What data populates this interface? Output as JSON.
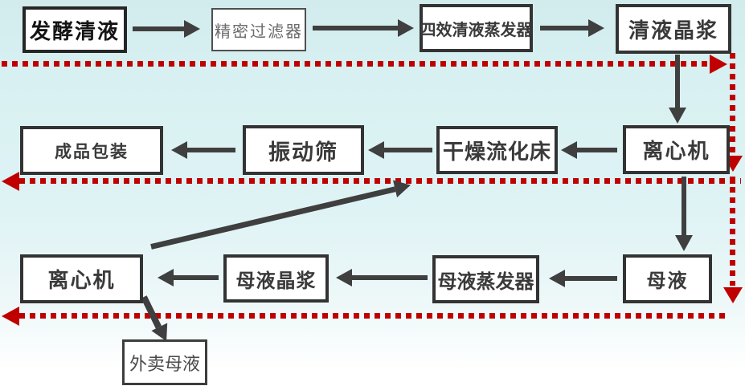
{
  "diagram": {
    "type": "process-flowchart",
    "language": "zh-CN",
    "nodes": {
      "fermentation_broth": {
        "label": "发酵清液"
      },
      "precision_filter": {
        "label": "精密过滤器"
      },
      "four_effect_evaporator": {
        "label": "四效清液蒸发器"
      },
      "clear_liquor_crystal_slurry": {
        "label": "清液晶浆"
      },
      "finished_product_packaging": {
        "label": "成品包装"
      },
      "vibrating_screen": {
        "label": "振动筛"
      },
      "drying_fluidized_bed": {
        "label": "干燥流化床"
      },
      "centrifuge_upper": {
        "label": "离心机"
      },
      "centrifuge_lower": {
        "label": "离心机"
      },
      "mother_liquor_crystal_slurry": {
        "label": "母液晶浆"
      },
      "mother_liquor_evaporator": {
        "label": "母液蒸发器"
      },
      "mother_liquor": {
        "label": "母液"
      },
      "outsold_mother_liquor": {
        "label": "外卖母液"
      }
    },
    "edges": [
      {
        "from": "fermentation_broth",
        "to": "precision_filter"
      },
      {
        "from": "precision_filter",
        "to": "four_effect_evaporator"
      },
      {
        "from": "four_effect_evaporator",
        "to": "clear_liquor_crystal_slurry"
      },
      {
        "from": "clear_liquor_crystal_slurry",
        "to": "centrifuge_upper"
      },
      {
        "from": "centrifuge_upper",
        "to": "drying_fluidized_bed"
      },
      {
        "from": "drying_fluidized_bed",
        "to": "vibrating_screen"
      },
      {
        "from": "vibrating_screen",
        "to": "finished_product_packaging"
      },
      {
        "from": "centrifuge_upper",
        "to": "mother_liquor"
      },
      {
        "from": "mother_liquor",
        "to": "mother_liquor_evaporator"
      },
      {
        "from": "mother_liquor_evaporator",
        "to": "mother_liquor_crystal_slurry"
      },
      {
        "from": "mother_liquor_crystal_slurry",
        "to": "centrifuge_lower"
      },
      {
        "from": "centrifuge_lower",
        "to": "drying_fluidized_bed"
      },
      {
        "from": "centrifuge_lower",
        "to": "outsold_mother_liquor"
      }
    ],
    "dotted_guides": {
      "color": "#c00000",
      "lines": [
        {
          "id": "top-boundary",
          "orientation": "horizontal",
          "arrow": "right"
        },
        {
          "id": "right-boundary-upper",
          "orientation": "vertical",
          "arrow": "down"
        },
        {
          "id": "right-boundary-lower",
          "orientation": "vertical",
          "arrow": "down"
        },
        {
          "id": "middle-boundary",
          "orientation": "horizontal",
          "arrow": "left"
        },
        {
          "id": "bottom-boundary",
          "orientation": "horizontal",
          "arrow": "left"
        }
      ]
    },
    "colors": {
      "box_fill": "#ffffff",
      "box_border": "#333333",
      "arrow": "#3f3f3f",
      "dotted_line": "#c00000",
      "background_top": "#d2ecee",
      "background_bottom": "#ffffff"
    }
  }
}
